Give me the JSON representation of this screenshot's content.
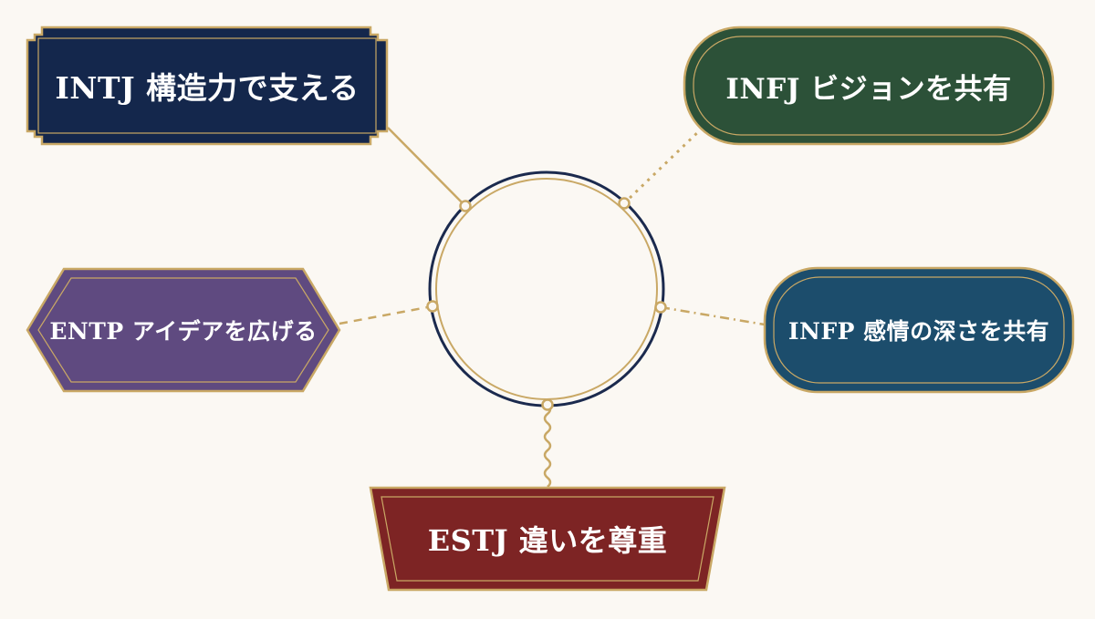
{
  "colors": {
    "background": "#fbf8f3",
    "gold": "#c9a865",
    "ring_dark": "#1b2a4e",
    "intj": "#14274c",
    "infj": "#2c5138",
    "entp": "#5f4a80",
    "infp": "#1c4d6c",
    "estj": "#7d2424"
  },
  "nodes": {
    "intj": {
      "text": "INTJ 構造力で支える"
    },
    "infj": {
      "text": "INFJ ビジョンを共有"
    },
    "entp": {
      "text": "ENTP アイデアを広げる"
    },
    "infp": {
      "text": "INFP 感情の深さを共有"
    },
    "estj": {
      "text": "ESTJ 違いを尊重"
    }
  }
}
